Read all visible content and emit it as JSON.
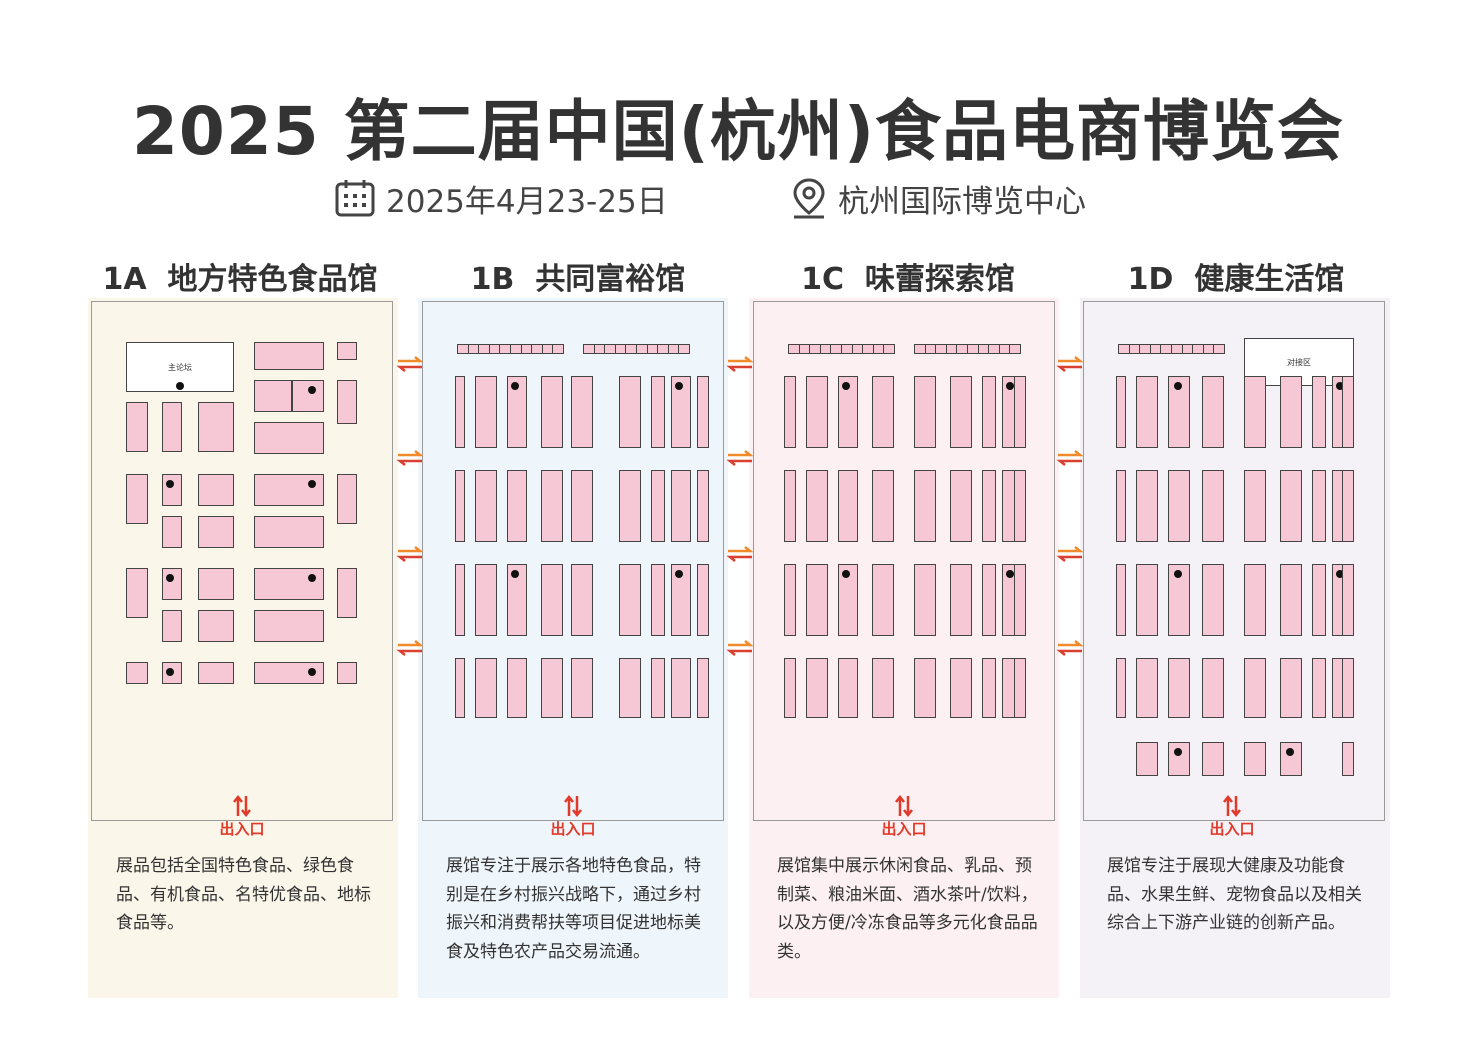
{
  "header": {
    "title": "2025 第二届中国(杭州)食品电商博览会",
    "date": "2025年4月23-25日",
    "venue": "杭州国际博览中心"
  },
  "halls": [
    {
      "id": "1A",
      "name": "地方特色食品馆",
      "bg": "#fbf6ea",
      "special_area": "主论坛",
      "entrance": "出入口",
      "description": "展品包括全国特色食品、绿色食品、有机食品、名特优食品、地标食品等。"
    },
    {
      "id": "1B",
      "name": "共同富裕馆",
      "bg": "#eef5fb",
      "entrance": "出入口",
      "description": "展馆专注于展示各地特色食品，特别是在乡村振兴战略下，通过乡村振兴和消费帮扶等项目促进地标美食及特色农产品交易流通。"
    },
    {
      "id": "1C",
      "name": "味蕾探索馆",
      "bg": "#fcf0f2",
      "entrance": "出入口",
      "description": "展馆集中展示休闲食品、乳品、预制菜、粮油米面、酒水茶叶/饮料，以及方便/冷冻食品等多元化食品品类。"
    },
    {
      "id": "1D",
      "name": "健康生活馆",
      "bg": "#f4f1f7",
      "special_area": "对接区",
      "entrance": "出入口",
      "description": "展馆专注于展现大健康及功能食品、水果生鲜、宠物食品以及相关综合上下游产业链的创新产品。"
    }
  ],
  "colors": {
    "booth": "#f6c7d4",
    "entrance": "#e23a2a",
    "arrow_orange": "#f08a2a",
    "arrow_red": "#d94030"
  },
  "icons": [
    "calendar-icon",
    "location-pin-icon",
    "entrance-arrows-icon",
    "hall-connection-arrows-icon"
  ]
}
